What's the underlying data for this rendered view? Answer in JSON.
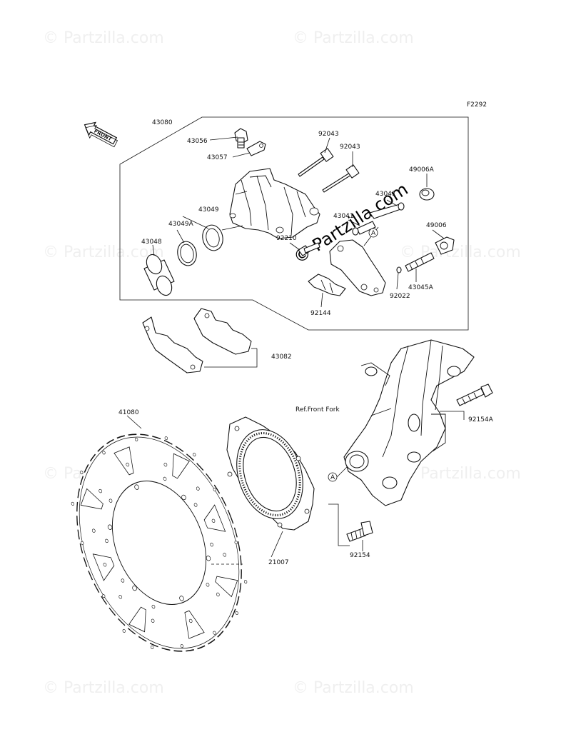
{
  "figure_code": "F2292",
  "front_arrow_label": "FRONT",
  "watermark": "© Partzilla.com",
  "ref_label": "Ref.Front Fork",
  "callout_marker": "A",
  "parts": {
    "caliper_assy": "43080",
    "bleeder_valve": "43056",
    "bleeder_cap": "43057",
    "pin_bolt_1": "92043",
    "pin_bolt_2": "92043",
    "boot_49006A": "49006A",
    "pin_43041_a": "43041",
    "pin_43041_b": "43041",
    "bolt_92210": "92210",
    "boot_49006": "49006",
    "seal_43049": "43049",
    "seal_43049A": "43049A",
    "piston_43048": "43048",
    "pin_43045A": "43045A",
    "spring_92022": "92022",
    "pad_spring_92144": "92144",
    "pad_set_43082": "43082",
    "disc_41080": "41080",
    "rotor_21007": "21007",
    "bolt_92154": "92154",
    "bolt_92154A": "92154A"
  }
}
